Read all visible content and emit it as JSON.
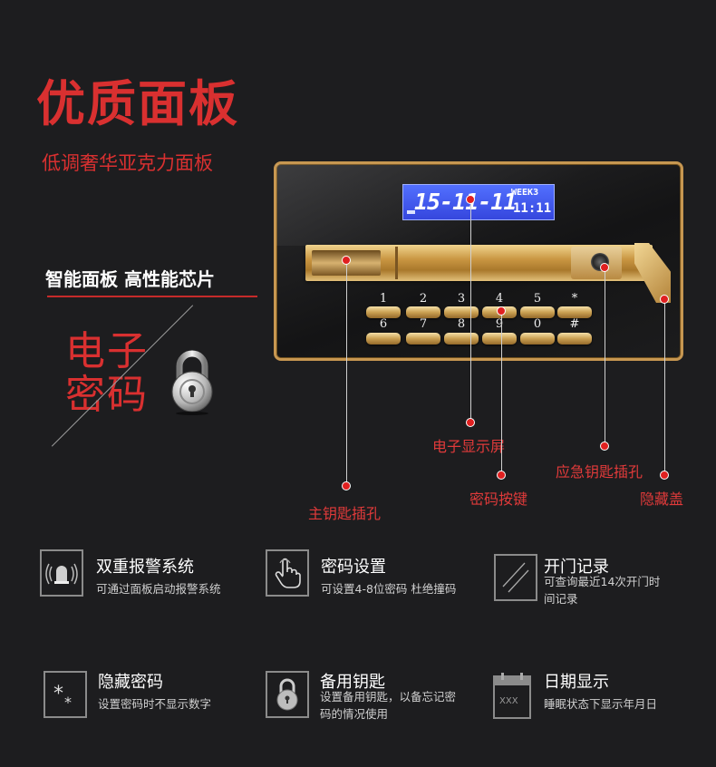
{
  "header": {
    "title": "优质面板",
    "subtitle": "低调奢华亚克力面板"
  },
  "tagline": "智能面板 高性能芯片",
  "electronic": {
    "line1": "电子",
    "line2": "密码"
  },
  "panel": {
    "lcd_date": "15-11-11",
    "lcd_week": "WEEK3",
    "lcd_time": "11:11",
    "keys_row1": [
      "1",
      "2",
      "3",
      "4",
      "5",
      "*"
    ],
    "keys_row2": [
      "6",
      "7",
      "8",
      "9",
      "0",
      "#"
    ]
  },
  "callouts": {
    "display": "电子显示屏",
    "main_keyhole": "主钥匙插孔",
    "keypad": "密码按键",
    "emergency_keyhole": "应急钥匙插孔",
    "hidden_cover": "隐藏盖"
  },
  "features": [
    {
      "title": "双重报警系统",
      "desc": "可通过面板启动报警系统",
      "icon": "alarm-icon"
    },
    {
      "title": "密码设置",
      "desc": "可设置4-8位密码 杜绝撞码",
      "icon": "touch-icon"
    },
    {
      "title": "开门记录",
      "desc": "可查询最近14次开门时间记录",
      "icon": "record-icon"
    },
    {
      "title": "隐藏密码",
      "desc": "设置密码时不显示数字",
      "icon": "hidden-password-icon"
    },
    {
      "title": "备用钥匙",
      "desc": "设置备用钥匙，以备忘记密码的情况使用",
      "icon": "padlock-icon"
    },
    {
      "title": "日期显示",
      "desc": "睡眠状态下显示年月日",
      "icon": "calendar-icon"
    }
  ]
}
